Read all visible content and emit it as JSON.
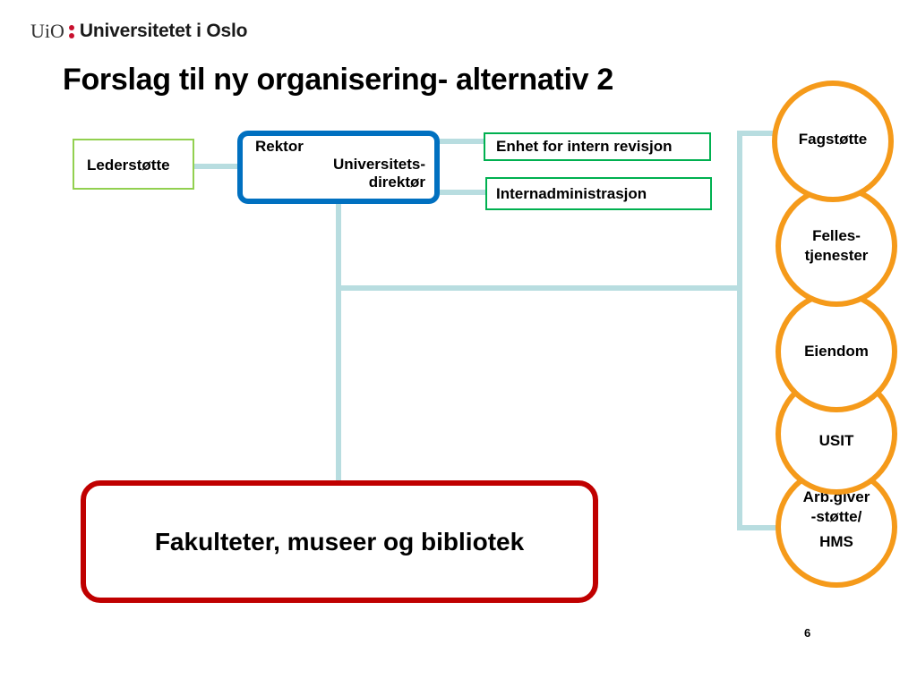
{
  "header": {
    "logo_short": "UiO",
    "logo_name": "Universitetet i Oslo"
  },
  "slide": {
    "title": "Forslag til ny organisering- alternativ 2",
    "page_number": "6"
  },
  "nodes": {
    "lederstotte": "Lederstøtte",
    "rektor_line1": "Rektor",
    "rektor_line2": "Universitets-",
    "rektor_line3": "direktør",
    "revisjon": "Enhet for intern revisjon",
    "internadministrasjon": "Internadministrasjon",
    "fakulteter": "Fakulteter, museer og bibliotek"
  },
  "circles": {
    "fagstotte": "Fagstøtte",
    "felles_line1": "Felles-",
    "felles_line2": "tjenester",
    "eiendom": "Eiendom",
    "usit": "USIT",
    "arb_line1": "Arb.giver",
    "arb_line2": "-støtte/",
    "arb_line3": "HMS"
  },
  "colors": {
    "connector": "#b8dde0",
    "rektor_border": "#0070c0",
    "leder_border": "#92d050",
    "unit_border": "#00b050",
    "faculty_border": "#c00000",
    "circle_border": "#f59a1a",
    "logo_accent": "#c8102e"
  }
}
